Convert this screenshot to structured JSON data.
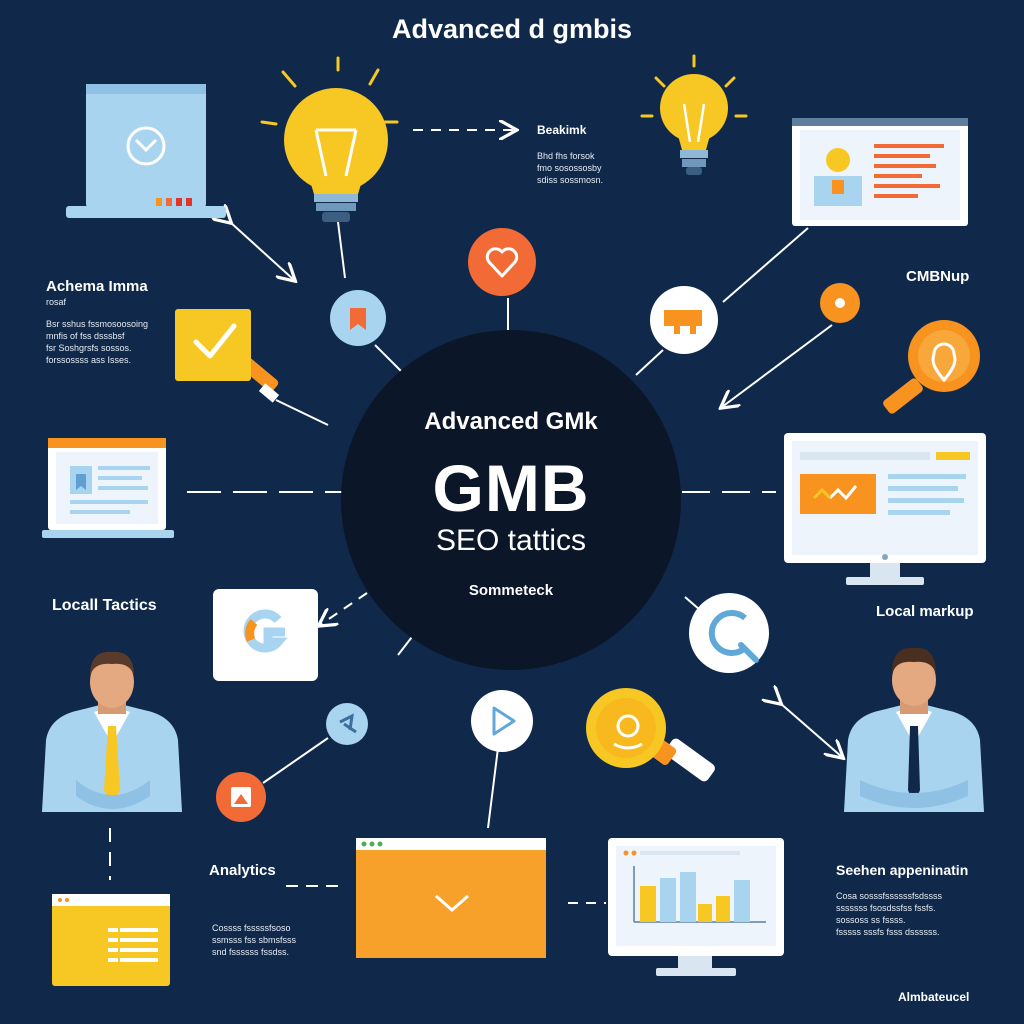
{
  "header": {
    "title": "Advanced d gmbis"
  },
  "hub": {
    "line1": "Advanced GMk",
    "line2": "GMB",
    "line3": "SEO tattics",
    "line4": "Sommeteck"
  },
  "labels": {
    "top_note_title": "Beakimk",
    "top_note_body": "Bhd fhs forsok\nfmo sosossosby\nsdiss sossmosn.",
    "left_title": "Achema Imma",
    "left_sub": "rosaf",
    "left_body": "Bsr sshus fssmosoosoing\nmnfis of fss dsssbsf\nfsr Soshgrsfs sossos.\nforssossss ass Isses.",
    "right_title": "CMBNup",
    "local_tactics": "Locall Tactics",
    "local_markup": "Local markup",
    "analytics": "Analytics",
    "analytics_body": "Cossss fsssssfsoso\nssmsss fss sbmsfsss\nsnd fssssss fssdss.",
    "search_title": "Seehen appeninatin",
    "search_body": "Cosa sosssfssssssfsdssss\nsssssss fsosdssfss fssfs.\nsossoss ss fssss.\nfsssss sssfs fsss dssssss.",
    "bottom_right": "Almbateucel"
  },
  "colors": {
    "background": "#10294a",
    "hub": "#0b1628",
    "yellow": "#f7c723",
    "orange": "#f7931e",
    "coral": "#f26a35",
    "light_blue": "#a9d4f0",
    "white": "#ffffff"
  },
  "icons": [
    "laptop-icon",
    "lightbulb-icon",
    "browser-window-icon",
    "heart-icon",
    "checkmark-icon",
    "magnifier-icon",
    "google-icon",
    "location-pin-icon",
    "person-icon",
    "bar-chart-icon",
    "play-icon"
  ]
}
